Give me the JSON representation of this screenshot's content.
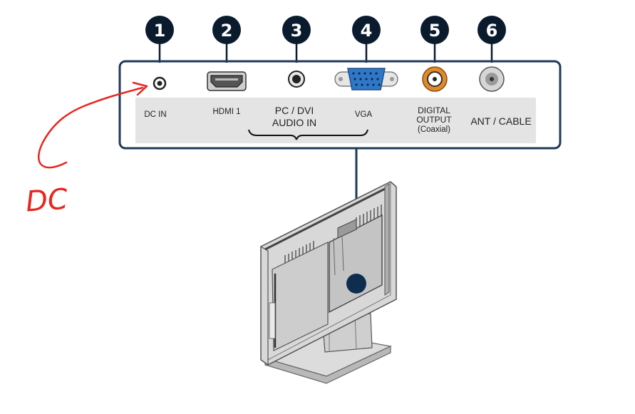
{
  "callouts": [
    {
      "number": "1",
      "label": "DC IN"
    },
    {
      "number": "2",
      "label": "HDMI 1"
    },
    {
      "number": "3",
      "label_line1": "PC / DVI",
      "label_line2": "AUDIO IN"
    },
    {
      "number": "4",
      "label": "VGA"
    },
    {
      "number": "5",
      "label_line1": "DIGITAL",
      "label_line2": "OUTPUT",
      "label_line3": "(Coaxial)"
    },
    {
      "number": "6",
      "label": "ANT / CABLE"
    }
  ],
  "annotation": {
    "text": "DC",
    "color": "#e8251f"
  },
  "colors": {
    "badge": "#0b1b2e",
    "panel_border": "#1f3a5a",
    "label_band": "#e4e4e4",
    "vga": "#2f78c8",
    "coax_orange": "#e08a2a"
  }
}
